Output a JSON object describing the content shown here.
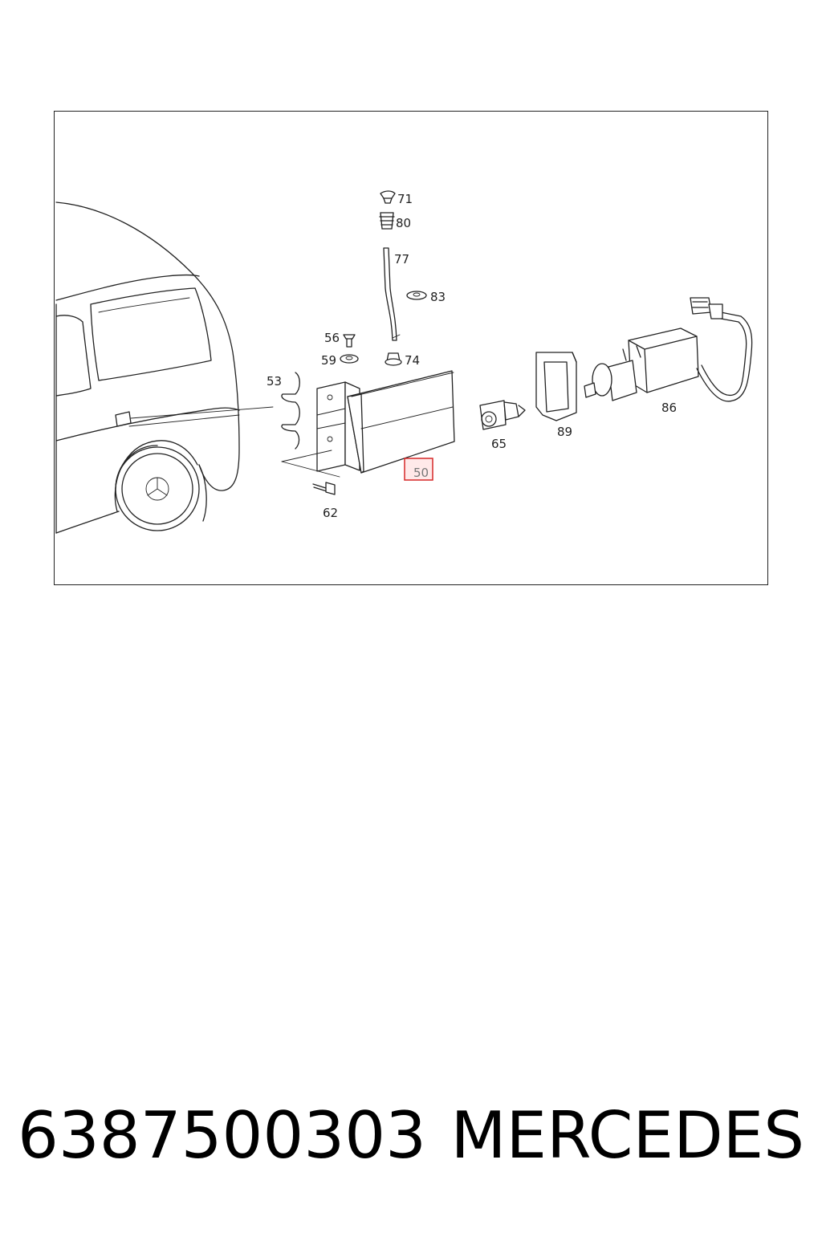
{
  "diagram": {
    "callouts": {
      "c71": "71",
      "c80": "80",
      "c77": "77",
      "c83": "83",
      "c56": "56",
      "c59": "59",
      "c74": "74",
      "c53": "53",
      "c50": "50",
      "c65": "65",
      "c89": "89",
      "c86": "86",
      "c62": "62"
    },
    "highlighted_callout": "50",
    "highlight_color": "#d62828"
  },
  "footer": {
    "part_number": "6387500303",
    "brand": "MERCEDES"
  }
}
